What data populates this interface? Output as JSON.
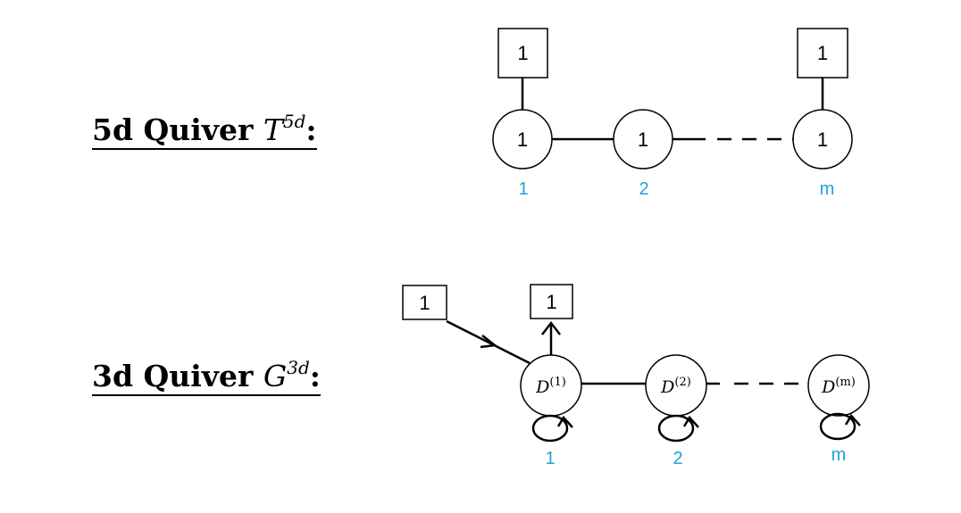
{
  "colors": {
    "stroke": "#000000",
    "index_label": "#1ea3d6",
    "background": "#ffffff"
  },
  "quiver_5d": {
    "label_prefix": "5d Quiver",
    "label_symbol": "T",
    "label_superscript": "5d",
    "label_suffix": ":",
    "flavor_boxes": [
      "1",
      "1"
    ],
    "nodes": [
      "1",
      "1",
      "1"
    ],
    "indices": [
      "1",
      "2",
      "m"
    ]
  },
  "quiver_3d": {
    "label_prefix": "3d Quiver",
    "label_symbol": "G",
    "label_superscript": "3d",
    "label_suffix": ":",
    "flavor_in": "1",
    "flavor_out": "1",
    "nodes": [
      {
        "symbol": "D",
        "superscript": "(1)"
      },
      {
        "symbol": "D",
        "superscript": "(2)"
      },
      {
        "symbol": "D",
        "superscript": "(m)"
      }
    ],
    "indices": [
      "1",
      "2",
      "m"
    ]
  }
}
